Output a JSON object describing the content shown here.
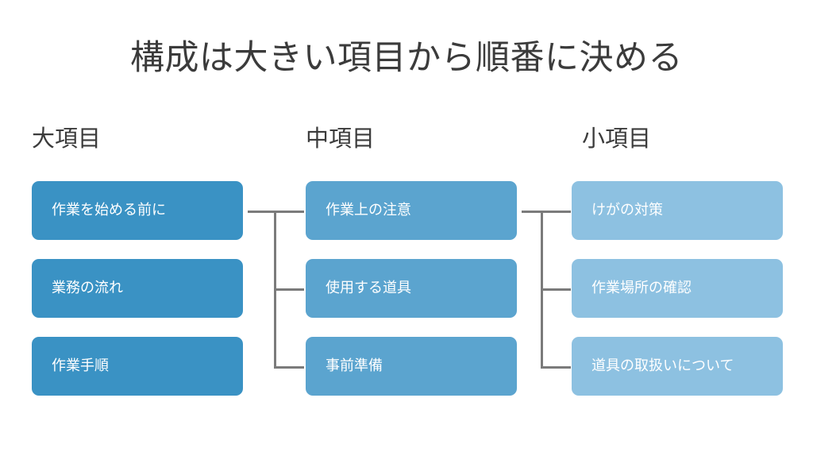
{
  "slide": {
    "title": "構成は大きい項目から順番に決める",
    "background_color": "#ffffff",
    "title_color": "#3b3b3b"
  },
  "columns": [
    {
      "header": "大項目",
      "color": "#3a92c4",
      "items": [
        {
          "label": "作業を始める前に"
        },
        {
          "label": "業務の流れ"
        },
        {
          "label": "作業手順"
        }
      ]
    },
    {
      "header": "中項目",
      "color": "#5ba4cf",
      "items": [
        {
          "label": "作業上の注意"
        },
        {
          "label": "使用する道具"
        },
        {
          "label": "事前準備"
        }
      ]
    },
    {
      "header": "小項目",
      "color": "#8dc1e1",
      "items": [
        {
          "label": "けがの対策"
        },
        {
          "label": "作業場所の確認"
        },
        {
          "label": "道具の取扱いについて"
        }
      ]
    }
  ],
  "connectors": [
    {
      "name": "bracket-major-to-middle",
      "from": "作業を始める前に",
      "to": [
        "作業上の注意",
        "使用する道具",
        "事前準備"
      ],
      "color": "#7b7b7b"
    },
    {
      "name": "bracket-middle-to-minor",
      "from": "作業上の注意",
      "to": [
        "けがの対策",
        "作業場所の確認",
        "道具の取扱いについて"
      ],
      "color": "#7b7b7b"
    }
  ]
}
